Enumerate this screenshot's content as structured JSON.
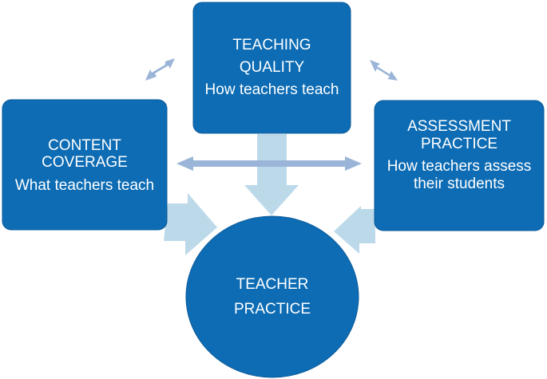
{
  "colors": {
    "node_fill": "#0d6cb4",
    "node_stroke": "#0b5a99",
    "arrow_fill": "#bcd9ea",
    "double_arrow_fill": "#9ab5d8",
    "text": "#ffffff"
  },
  "nodes": {
    "teaching_quality": {
      "line1": "TEACHING",
      "line2": "QUALITY",
      "line3": "How teachers teach"
    },
    "content_coverage": {
      "line1": "CONTENT",
      "line2": "COVERAGE",
      "line3": "What teachers teach"
    },
    "assessment_practice": {
      "line1": "ASSESSMENT",
      "line2": "PRACTICE",
      "line3": "How teachers assess",
      "line4": "their students"
    },
    "teacher_practice": {
      "line1": "TEACHER",
      "line2": "PRACTICE"
    }
  }
}
